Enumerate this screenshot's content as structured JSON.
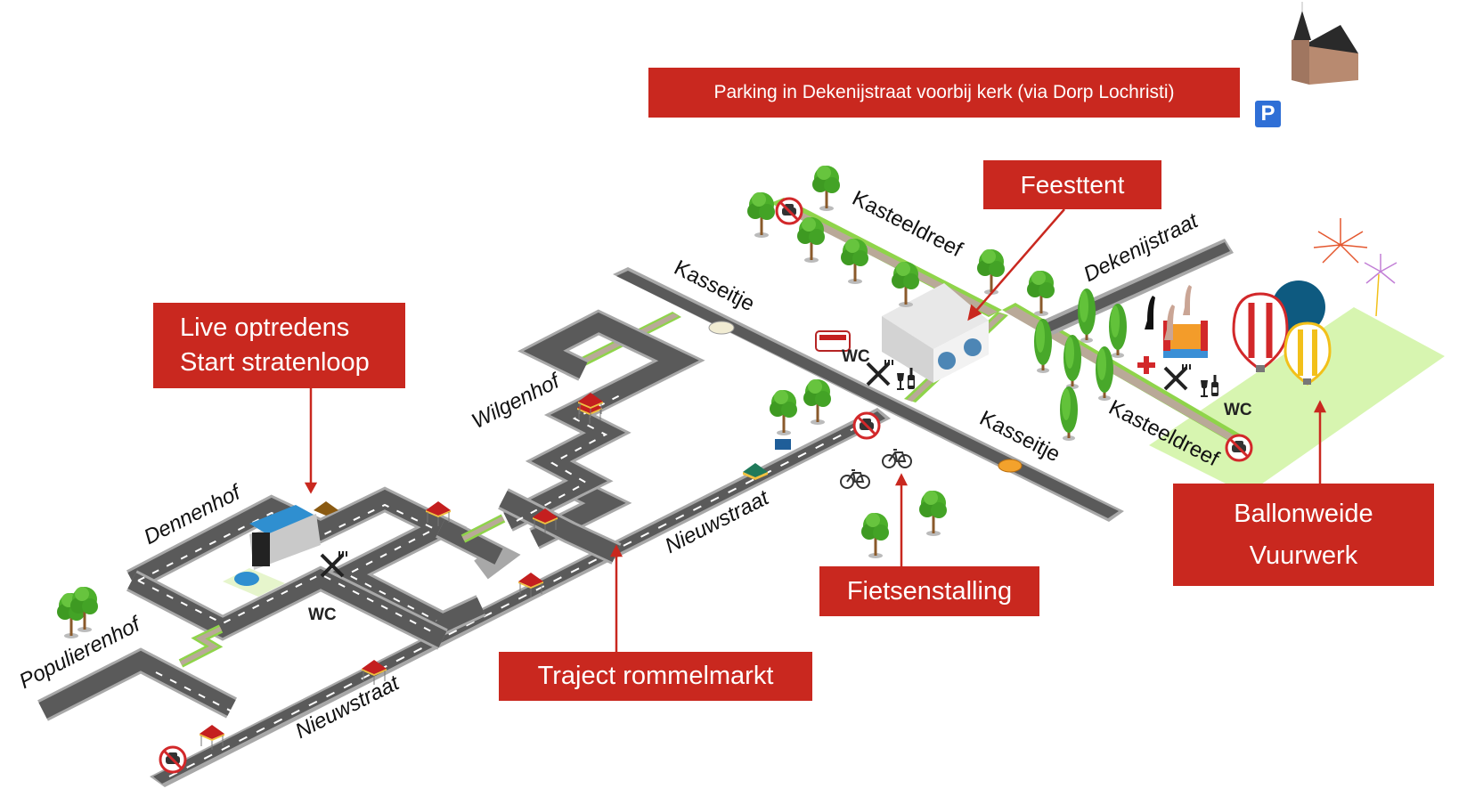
{
  "title": "Plattegrond feest Lochristi",
  "callouts": {
    "parking": "Parking in Dekenijstraat voorbij kerk (via Dorp Lochristi)",
    "feesttent": "Feesttent",
    "live": [
      "Live optredens",
      "Start stratenloop"
    ],
    "ballon": [
      "Ballonweide",
      "Vuurwerk"
    ],
    "fiets": "Fietsenstalling",
    "rommelmarkt": "Traject rommelmarkt"
  },
  "streets": {
    "kasseitje_top": "Kasseitje",
    "kasseitje_bottom": "Kasseitje",
    "kasteeldreef_top": "Kasteeldreef",
    "kasteeldreef_bottom": "Kasteeldreef",
    "dekenijstraat": "Dekenijstraat",
    "wilgenhof": "Wilgenhof",
    "dennenhof": "Dennenhof",
    "populierenhof": "Populierenhof",
    "nieuwstraat_mid": "Nieuwstraat",
    "nieuwstraat_low": "Nieuwstraat"
  },
  "labels": {
    "wc": "WC",
    "parking_sign": "P"
  },
  "icons": [
    "church-icon",
    "parking-icon",
    "no-parking-icon",
    "tree-icon",
    "tent-icon",
    "stage-icon",
    "food-truck-icon",
    "cutlery-icon",
    "wine-icon",
    "bicycle-icon",
    "balloon-icon",
    "fireworks-icon",
    "bouncy-castle-icon",
    "alpaca-icon",
    "first-aid-icon",
    "car-icon",
    "market-stall-icon"
  ],
  "colors": {
    "callout": "#c9281f",
    "road": "#5a5a5a",
    "road_edge": "#a8a8a8",
    "grass": "#d7f5b0",
    "path": "#b9a998",
    "path_edge": "#8fd44a",
    "tree": "#4caf2a",
    "parking_blue": "#2f6fd6"
  }
}
